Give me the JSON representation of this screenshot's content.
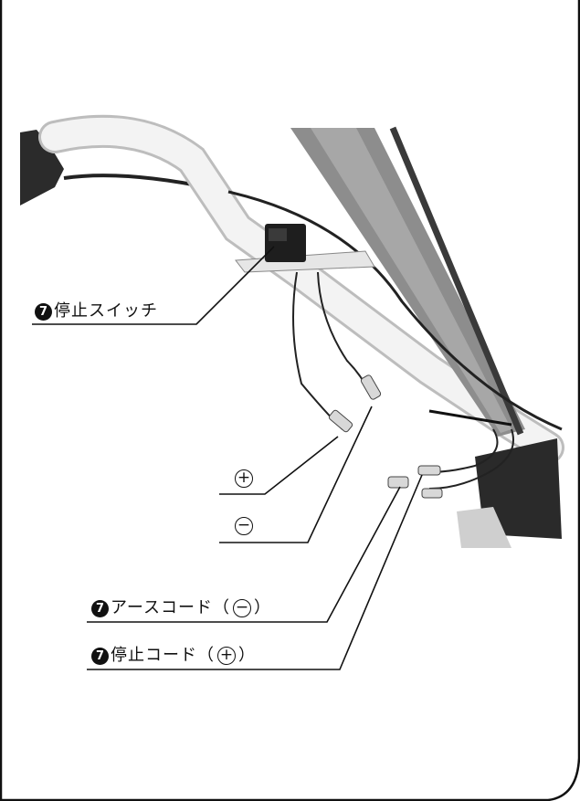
{
  "callouts": {
    "stop_switch": {
      "number": "7",
      "label": "停止スイッチ"
    },
    "earth_cord": {
      "number": "7",
      "label": "アースコード（",
      "symbol": "⊖",
      "close": "）"
    },
    "stop_cord": {
      "number": "7",
      "label": "停止コード（",
      "symbol": "⊕",
      "close": "）"
    }
  },
  "polarity_labels": {
    "plus": "+",
    "minus": "−"
  },
  "colors": {
    "frame": "#111111",
    "handle": "#f2f2f2",
    "cable": "#222222",
    "background": "#ffffff"
  }
}
